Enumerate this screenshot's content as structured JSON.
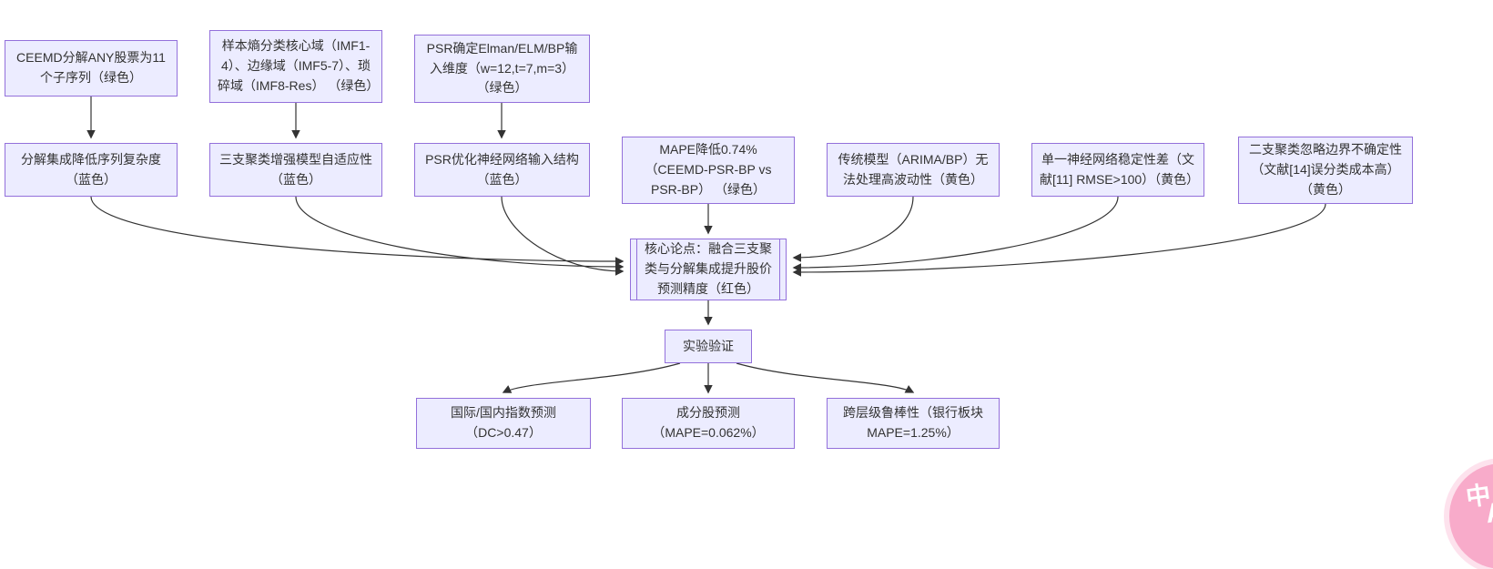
{
  "diagram": {
    "nodes": {
      "ceemd": {
        "label": "CEEMD分解ANY股票为11个子序列（绿色）"
      },
      "entropy": {
        "label": "样本熵分类核心域（IMF1-4）、边缘域（IMF5-7）、琐碎域（IMF8-Res） （绿色）"
      },
      "psrdim": {
        "label": "PSR确定Elman/ELM/BP输入维度（w=12,t=7,m=3） （绿色）"
      },
      "decomp": {
        "label": "分解集成降低序列复杂度（蓝色）"
      },
      "threeway": {
        "label": "三支聚类增强模型自适应性（蓝色）"
      },
      "psropt": {
        "label": "PSR优化神经网络输入结构（蓝色）"
      },
      "mape": {
        "label": "MAPE降低0.74%（CEEMD-PSR-BP vs PSR-BP） （绿色）"
      },
      "arima": {
        "label": "传统模型（ARIMA/BP）无法处理高波动性（黄色）"
      },
      "singlenn": {
        "label": "单一神经网络稳定性差（文献[11] RMSE>100）（黄色）"
      },
      "twoway": {
        "label": "二支聚类忽略边界不确定性（文献[14]误分类成本高）（黄色）"
      },
      "core": {
        "label": "核心论点：融合三支聚类与分解集成提升股价预测精度（红色）"
      },
      "exp": {
        "label": "实验验证"
      },
      "index": {
        "label": "国际/国内指数预测（DC>0.47）"
      },
      "stock": {
        "label": "成分股预测（MAPE=0.062%）"
      },
      "robust": {
        "label": "跨层级鲁棒性（银行板块 MAPE=1.25%）"
      }
    },
    "edges": [
      {
        "from": "ceemd",
        "to": "decomp"
      },
      {
        "from": "entropy",
        "to": "threeway"
      },
      {
        "from": "psrdim",
        "to": "psropt"
      },
      {
        "from": "decomp",
        "to": "core"
      },
      {
        "from": "threeway",
        "to": "core"
      },
      {
        "from": "psropt",
        "to": "core"
      },
      {
        "from": "mape",
        "to": "core"
      },
      {
        "from": "arima",
        "to": "core"
      },
      {
        "from": "singlenn",
        "to": "core"
      },
      {
        "from": "twoway",
        "to": "core"
      },
      {
        "from": "core",
        "to": "exp"
      },
      {
        "from": "exp",
        "to": "index"
      },
      {
        "from": "exp",
        "to": "stock"
      },
      {
        "from": "exp",
        "to": "robust"
      }
    ],
    "colors": {
      "node_fill": "#ECECFF",
      "node_border": "#9370DB",
      "edge": "#333333",
      "text": "#333333"
    }
  },
  "translate_badge": {
    "zh": "中",
    "en": "A",
    "color": "#f8abca"
  }
}
